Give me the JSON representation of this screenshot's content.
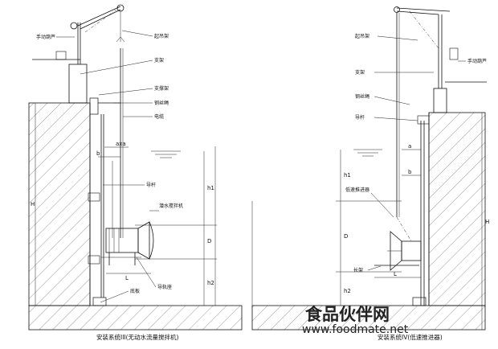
{
  "left": {
    "labels": {
      "hoist": "手动葫芦",
      "lift_frame": "起吊架",
      "bracket": "支架",
      "support": "支撑架",
      "cable": "钢丝绳",
      "power": "电缆",
      "guide": "导杆",
      "mixer": "潜水搅拌机",
      "guide_support": "导轨座",
      "base": "底板"
    },
    "dims": {
      "H": "H",
      "b": "b",
      "axa": "axa",
      "h1": "h1",
      "D": "D",
      "L": "L",
      "h2": "h2"
    },
    "caption": "安装系统III(无动水流量搅拌机)"
  },
  "right": {
    "labels": {
      "lift_frame": "起吊架",
      "bracket": "支架",
      "cable": "钢丝绳",
      "guide": "导杆",
      "hoist": "手动葫芦",
      "impeller": "低速推进器",
      "long_arm": "长架"
    },
    "dims": {
      "a": "a",
      "b": "b",
      "h1": "h1",
      "D": "D",
      "L": "L",
      "h2": "h2",
      "H": "H"
    },
    "caption": "安装系统IV(低速推进器)"
  },
  "watermark": {
    "cn": "食品伙伴网",
    "url": "www.foodmate.net"
  }
}
